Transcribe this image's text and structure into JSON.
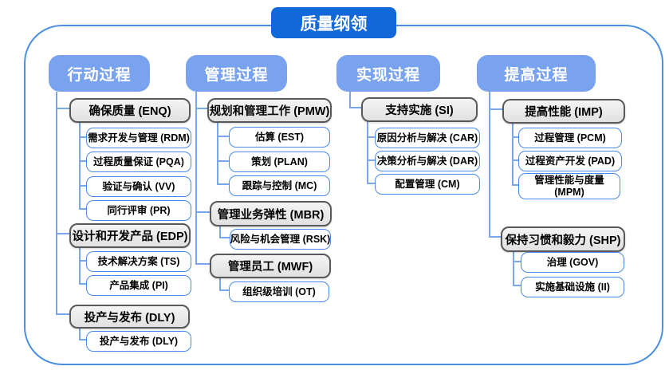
{
  "diagram": {
    "title": "质量纲领",
    "colors": {
      "title_bg": "#1168d8",
      "column_header_bg": "#7aa3ef",
      "group_box_bg": "#ebebeb",
      "group_box_border": "#595959",
      "leaf_box_border": "#4a89e8",
      "connector": "#7aa6ec",
      "frame_border": "#4a90e2"
    },
    "columns": [
      {
        "header": "行动过程",
        "groups": [
          {
            "label": "确保质量 (ENQ)",
            "children": [
              "需求开发与管理 (RDM)",
              "过程质量保证 (PQA)",
              "验证与确认 (VV)",
              "同行评审 (PR)"
            ]
          },
          {
            "label": "设计和开发产品 (EDP)",
            "children": [
              "技术解决方案 (TS)",
              "产品集成 (PI)"
            ]
          },
          {
            "label": "投产与发布 (DLY)",
            "children": [
              "投产与发布 (DLY)"
            ]
          }
        ]
      },
      {
        "header": "管理过程",
        "groups": [
          {
            "label": "规划和管理工作 (PMW)",
            "children": [
              "估算 (EST)",
              "策划 (PLAN)",
              "跟踪与控制 (MC)"
            ]
          },
          {
            "label": "管理业务弹性 (MBR)",
            "children": [
              "风险与机会管理 (RSK)"
            ]
          },
          {
            "label": "管理员工 (MWF)",
            "children": [
              "组织级培训 (OT)"
            ]
          }
        ]
      },
      {
        "header": "实现过程",
        "groups": [
          {
            "label": "支持实施 (SI)",
            "children": [
              "原因分析与解决 (CAR)",
              "决策分析与解决 (DAR)",
              "配置管理 (CM)"
            ]
          }
        ]
      },
      {
        "header": "提高过程",
        "groups": [
          {
            "label": "提高性能 (IMP)",
            "children": [
              "过程管理 (PCM)",
              "过程资产开发 (PAD)",
              "管理性能与度量 (MPM)"
            ]
          },
          {
            "label": "保持习惯和毅力 (SHP)",
            "children": [
              "治理 (GOV)",
              "实施基础设施 (II)"
            ]
          }
        ]
      }
    ]
  }
}
